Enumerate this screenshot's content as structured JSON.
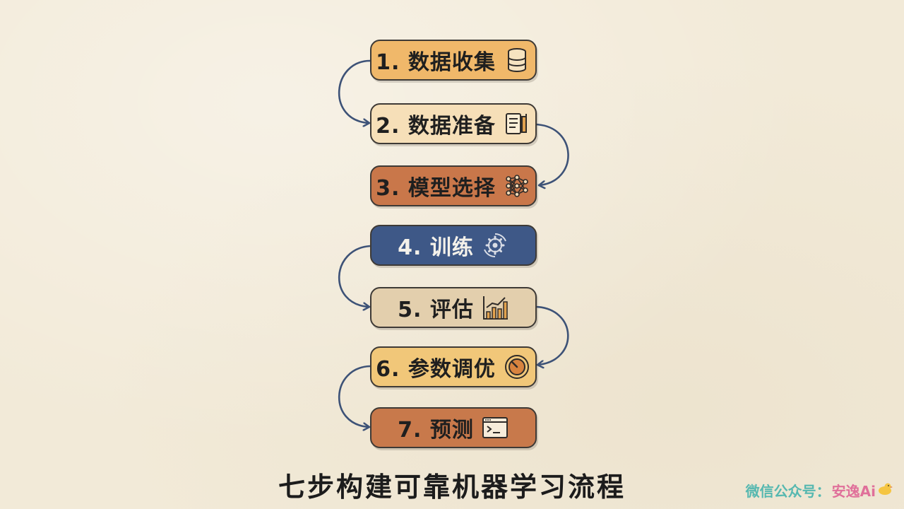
{
  "diagram": {
    "steps": [
      {
        "label": "1. 数据收集",
        "icon": "database-icon",
        "fill": "#f0b86a"
      },
      {
        "label": "2. 数据准备",
        "icon": "document-clipboard-icon",
        "fill": "#f6dfb8"
      },
      {
        "label": "3. 模型选择",
        "icon": "neural-network-icon",
        "fill": "#c9774a"
      },
      {
        "label": "4. 训练",
        "icon": "gear-cycle-icon",
        "fill": "#3e5887"
      },
      {
        "label": "5. 评估",
        "icon": "bar-chart-icon",
        "fill": "#e3cfad"
      },
      {
        "label": "6. 参数调优",
        "icon": "dial-knob-icon",
        "fill": "#f1c779"
      },
      {
        "label": "7. 预测",
        "icon": "terminal-window-icon",
        "fill": "#c8794b"
      }
    ],
    "arrow_color": "#3d5277"
  },
  "footer": {
    "title": "七步构建可靠机器学习流程"
  },
  "watermark": {
    "prefix": "微信公众号：",
    "name": "安逸Ai"
  }
}
